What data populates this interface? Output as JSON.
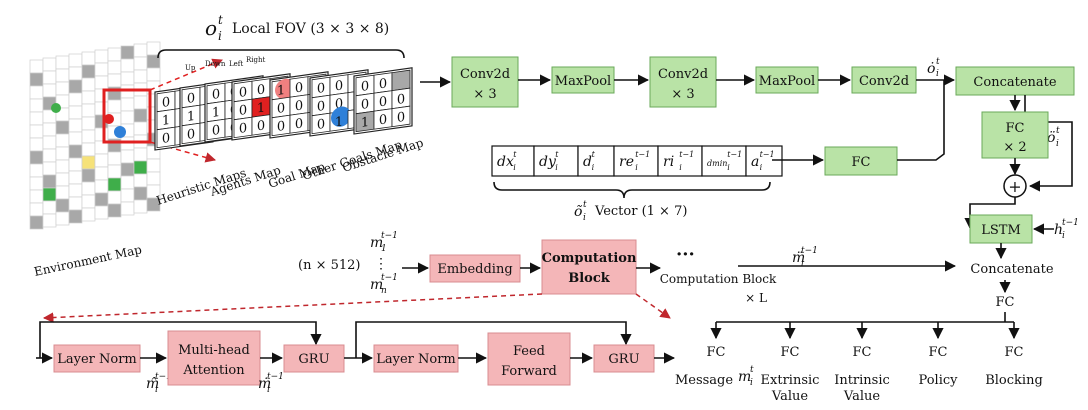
{
  "fov": {
    "symbol": "o",
    "sub": "i",
    "sup": "t",
    "label": "Local FOV (3 × 3 × 8)",
    "directions": [
      "Up",
      "Down",
      "Left",
      "Right"
    ],
    "heuristic_grid": [
      "0",
      "0",
      "0",
      "1",
      "0",
      "0",
      "0",
      "0",
      "0"
    ],
    "agents_grid": [
      "0",
      "0",
      "0",
      "0",
      "1",
      "0",
      "0",
      "0",
      "1"
    ],
    "goal_grid": [
      "1",
      "0",
      "0",
      "0",
      "0",
      "0",
      "0",
      "0",
      "0"
    ],
    "other_goals_grid": [
      "0",
      "0",
      "0",
      "0",
      "0",
      "0",
      "0",
      "1",
      "0"
    ],
    "obstacle_grid": [
      "0",
      "0",
      "",
      "0",
      "0",
      "0",
      "1",
      "0",
      "0"
    ],
    "map_labels": [
      "Heuristic Maps",
      "Agents Map",
      "Goal Map",
      "Other Goals Map",
      "Obstacle Map"
    ]
  },
  "env_map_label": "Environment Map",
  "cnn": {
    "conv1": [
      "Conv2d",
      "× 3"
    ],
    "pool1": "MaxPool",
    "conv2": [
      "Conv2d",
      "× 3"
    ],
    "pool2": "MaxPool",
    "conv3": "Conv2d",
    "out": {
      "sym": "ȯ",
      "sub": "i",
      "sup": "t"
    }
  },
  "vector": {
    "cells": [
      {
        "base": "dx",
        "sub": "i",
        "sup": "t"
      },
      {
        "base": "dy",
        "sub": "i",
        "sup": "t"
      },
      {
        "base": "d",
        "sub": "i",
        "sup": "t"
      },
      {
        "base": "re",
        "sub": "i",
        "sup": "t−1"
      },
      {
        "base": "ri",
        "sub": "i",
        "sup": "t−1"
      },
      {
        "base": "dmin",
        "sub": "i",
        "sup": "t−1"
      },
      {
        "base": "a",
        "sub": "i",
        "sup": "t−1"
      }
    ],
    "label_sym": "õ",
    "label_sub": "i",
    "label_sup": "t",
    "label": "Vector (1 × 7)",
    "fc": "FC"
  },
  "right_branch": {
    "concat1": "Concatenate",
    "o_ddot": {
      "sym": "ö",
      "sub": "i",
      "sup": "t"
    },
    "fc2": [
      "FC",
      "× 2"
    ],
    "plus": "+",
    "lstm": "LSTM",
    "h": {
      "sym": "h",
      "sub": "i",
      "sup": "t−1"
    },
    "concat2": "Concatenate",
    "fc": "FC"
  },
  "comm": {
    "dims": "(n × 512)",
    "m1": {
      "sym": "m",
      "sub": "1",
      "sup": "t−1"
    },
    "dots": "⋮",
    "mn": {
      "sym": "m",
      "sub": "n",
      "sup": "t−1"
    },
    "embedding": "Embedding",
    "block": [
      "Computation",
      "Block"
    ],
    "ellipsis": "···",
    "block_l": [
      "Computation Block",
      "× L"
    ],
    "m_ddot": {
      "sym": "m̈",
      "sub": "i",
      "sup": "t−1"
    }
  },
  "block_detail": {
    "ln1": "Layer Norm",
    "mha": [
      "Multi-head",
      "Attention"
    ],
    "gru1": "GRU",
    "ln2": "Layer Norm",
    "ff": [
      "Feed",
      "Forward"
    ],
    "gru2": "GRU",
    "m_hat": {
      "sym": "m̂",
      "sub": "i",
      "sup": "t−1"
    },
    "m_dot": {
      "sym": "ṁ",
      "sub": "i",
      "sup": "t−1"
    }
  },
  "heads": [
    {
      "fc": "FC",
      "lines": [
        "Message",
        ""
      ]
    },
    {
      "fc": "FC",
      "lines": [
        "Extrinsic",
        "Value"
      ]
    },
    {
      "fc": "FC",
      "lines": [
        "Intrinsic",
        "Value"
      ]
    },
    {
      "fc": "FC",
      "lines": [
        "Policy",
        ""
      ]
    },
    {
      "fc": "FC",
      "lines": [
        "Blocking",
        ""
      ]
    }
  ],
  "message_out": {
    "sym": "m",
    "sub": "i",
    "sup": "t"
  },
  "colors": {
    "green": "#b9e3a6",
    "pink": "#f4b6b8",
    "red": "#e02020",
    "blue": "#2f80d8",
    "env_green": "#3fae4a",
    "yellow": "#f6e27a",
    "grey": "#a8a8a8"
  }
}
